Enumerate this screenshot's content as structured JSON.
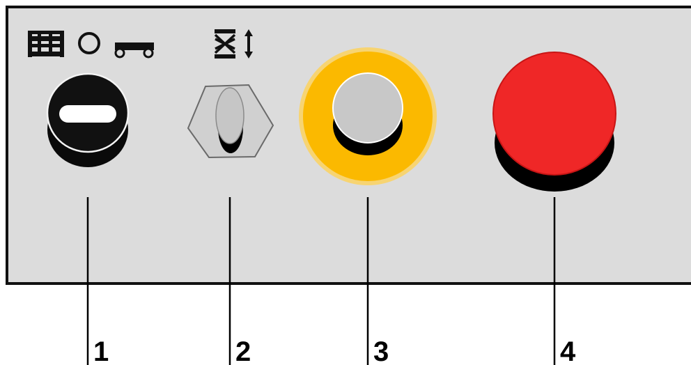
{
  "panel": {
    "background": "#dcdcdc",
    "border_color": "#111111"
  },
  "controls": [
    {
      "id": "key-switch",
      "callout": "1",
      "icons": [
        "platform-icon",
        "off-circle-icon",
        "chassis-icon"
      ]
    },
    {
      "id": "lift-toggle-switch",
      "callout": "2",
      "icons": [
        "scissor-lift-updown-icon"
      ]
    },
    {
      "id": "yellow-button",
      "callout": "3",
      "ring_color": "#fbb900",
      "button_color": "#c8c8c8"
    },
    {
      "id": "red-emergency-stop-button",
      "callout": "4",
      "button_color": "#ef2727"
    }
  ]
}
